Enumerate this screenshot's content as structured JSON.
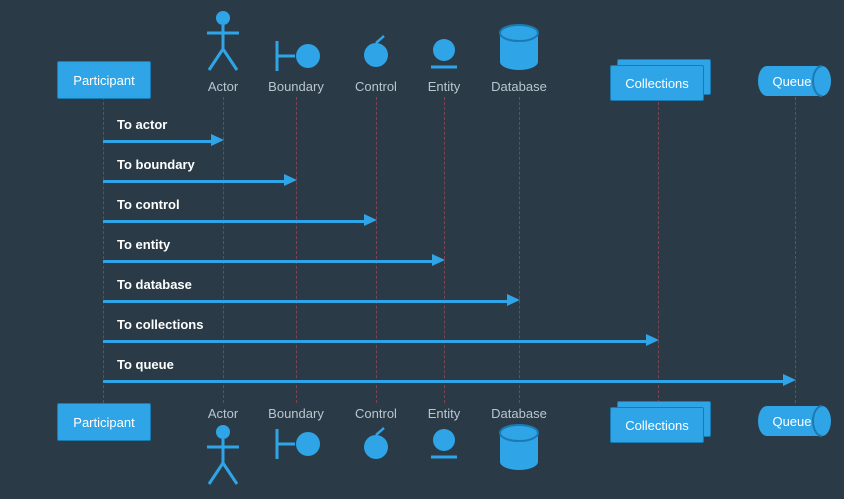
{
  "diagram": {
    "type": "uml-sequence-diagram",
    "participants": [
      {
        "id": "participant",
        "label": "Participant",
        "shape": "box"
      },
      {
        "id": "actor",
        "label": "Actor",
        "shape": "actor"
      },
      {
        "id": "boundary",
        "label": "Boundary",
        "shape": "boundary"
      },
      {
        "id": "control",
        "label": "Control",
        "shape": "control"
      },
      {
        "id": "entity",
        "label": "Entity",
        "shape": "entity"
      },
      {
        "id": "database",
        "label": "Database",
        "shape": "database"
      },
      {
        "id": "collections",
        "label": "Collections",
        "shape": "collections"
      },
      {
        "id": "queue",
        "label": "Queue",
        "shape": "queue"
      }
    ],
    "messages": [
      {
        "from": "participant",
        "to": "actor",
        "label": "To actor"
      },
      {
        "from": "participant",
        "to": "boundary",
        "label": "To boundary"
      },
      {
        "from": "participant",
        "to": "control",
        "label": "To control"
      },
      {
        "from": "participant",
        "to": "entity",
        "label": "To entity"
      },
      {
        "from": "participant",
        "to": "database",
        "label": "To database"
      },
      {
        "from": "participant",
        "to": "collections",
        "label": "To collections"
      },
      {
        "from": "participant",
        "to": "queue",
        "label": "To queue"
      }
    ],
    "colors": {
      "background": "#2a3b47",
      "accent": "#2fa4e7",
      "shape_border": "#1a7ab2",
      "lifeline": "#7d4550",
      "message_text": "#ffffff",
      "node_label_text": "#b9c6cf"
    }
  }
}
